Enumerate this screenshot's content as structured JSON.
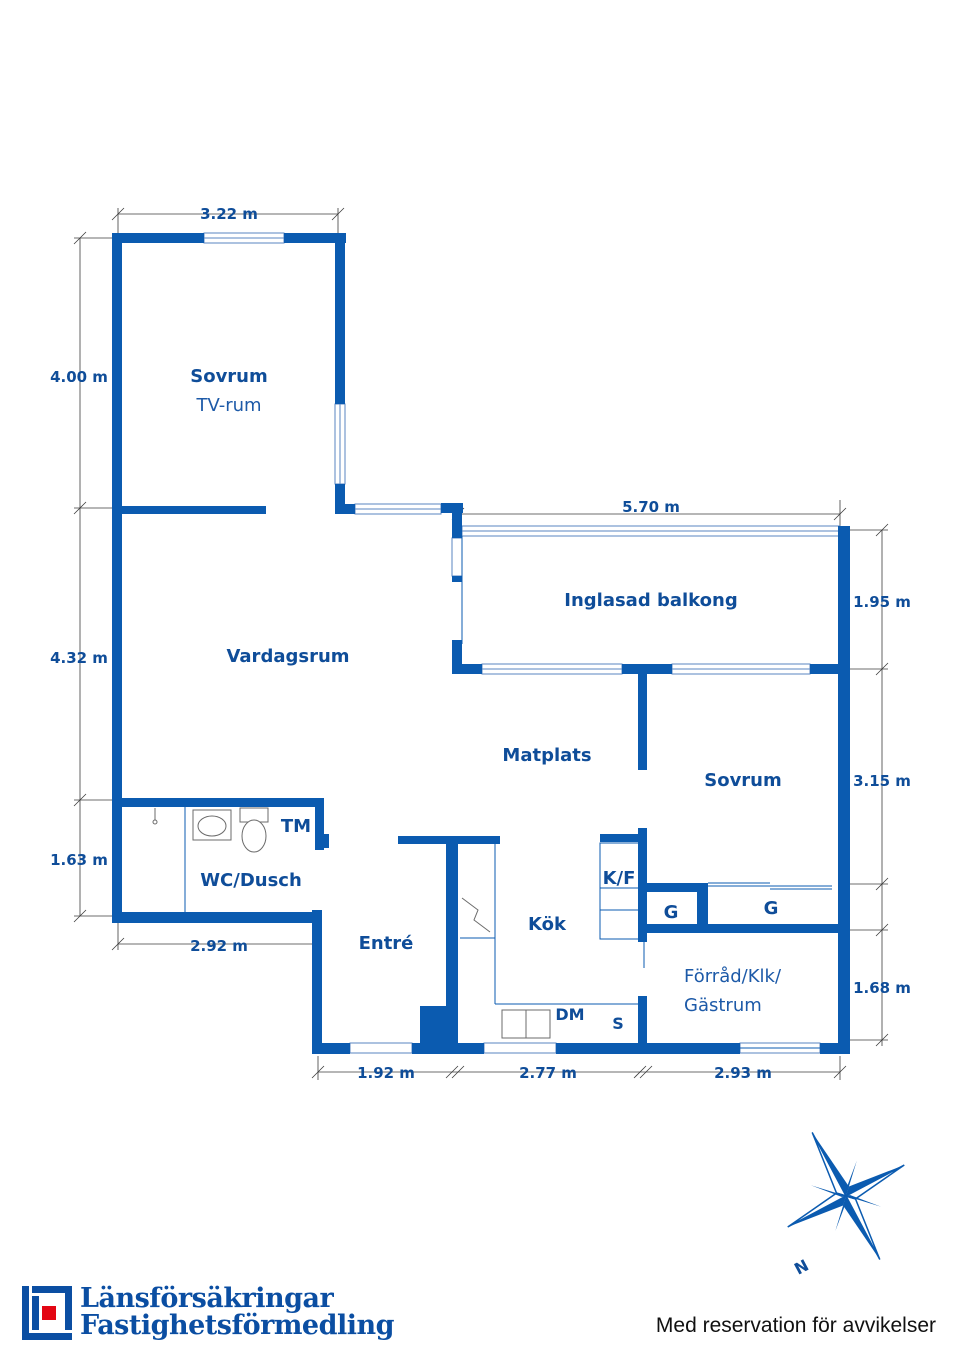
{
  "rooms": {
    "sovrum_1": "Sovrum",
    "tv_rum": "TV-rum",
    "vardagsrum": "Vardagsrum",
    "balkong": "Inglasad balkong",
    "matplats": "Matplats",
    "sovrum_2": "Sovrum",
    "wc": "WC/Dusch",
    "tm": "TM",
    "entre": "Entré",
    "kok": "Kök",
    "kf": "K/F",
    "g1": "G",
    "g2": "G",
    "forrad_1": "Förråd/Klk/",
    "forrad_2": "Gästrum",
    "dm": "DM",
    "s": "S"
  },
  "dimensions": {
    "top_width": "3.22 m",
    "left_upper": "4.00 m",
    "left_middle": "4.32 m",
    "left_lower": "1.63 m",
    "balcony_width": "5.70 m",
    "right_upper": "1.95 m",
    "right_middle": "3.15 m",
    "right_lower": "1.68 m",
    "wc_width": "2.92 m",
    "bottom_1": "1.92 m",
    "bottom_2": "2.77 m",
    "bottom_3": "2.93 m"
  },
  "compass": {
    "letter": "N"
  },
  "logo": {
    "line1": "Länsförsäkringar",
    "line2": "Fastighetsförmedling"
  },
  "disclaimer": "Med reservation för avvikelser",
  "colors": {
    "wall": "#0b5bb0",
    "label": "#0f4d99",
    "logo_red": "#e30613"
  }
}
